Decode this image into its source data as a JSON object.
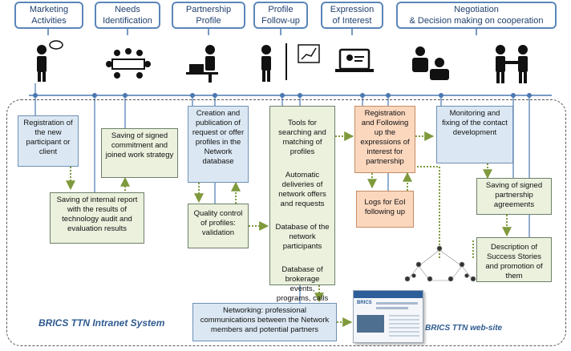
{
  "stages": [
    {
      "label": "Marketing\nActivities"
    },
    {
      "label": "Needs\nIdentification"
    },
    {
      "label": "Partnership\nProfile"
    },
    {
      "label": "Profile\nFollow-up"
    },
    {
      "label": "Expression\nof Interest"
    },
    {
      "label": "Negotiation\n& Decision making on cooperation"
    }
  ],
  "icons": [
    "speaker-person-icon",
    "meeting-table-icon",
    "person-at-laptop-icon",
    "presenter-chart-icon",
    "video-call-laptop-icon",
    "handshake-icon"
  ],
  "boxes": {
    "registration": "Registration of the new participant or client",
    "internal_report": "Saving of internal report with the results of technology audit and evaluation results",
    "commitment": "Saving of signed commitment and joined work strategy",
    "creation": "Creation and publication of request or offer profiles in the Network database",
    "quality": "Quality control of profiles: validation",
    "tools_1": "Tools for searching and matching of profiles",
    "tools_2": "Automatic deliveries of network offers and requests",
    "tools_3": "Database of the network participants",
    "tools_4": "Database of brokerage events, programs, calls",
    "eoi_registration": "Registration and Following up the expressions of interest for partnership",
    "eoi_logs": "Logs for EoI following up",
    "monitoring": "Monitoring and fixing of the contact development",
    "agreements": "Saving of signed partnership agreements",
    "success": "Description of Success Stories and promotion of them",
    "networking": "Networking: professional communications between the Network members and potential partners"
  },
  "system_title": "BRICS TTN Intranet System",
  "website_title": "BRICS TTN web-site",
  "website_logo": "BRICS",
  "colors": {
    "stage_border": "#5b86b8",
    "green": "#ebf1dd",
    "blue": "#dbe8f3",
    "orange": "#fbd7be",
    "arrow_green": "#7f9a3c",
    "line_blue": "#4a78b0"
  }
}
